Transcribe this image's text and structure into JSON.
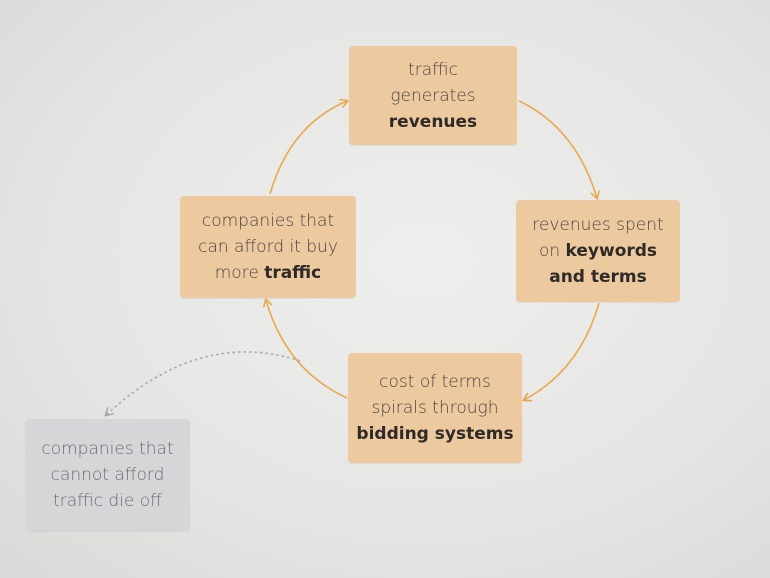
{
  "nodes": {
    "traffic": {
      "line1": "traffic",
      "line2": "generates",
      "line3_bold": "revenues"
    },
    "revenues": {
      "line1": "revenues spent",
      "line2_plain": "on ",
      "line2_bold": "keywords",
      "line3_bold": "and terms"
    },
    "cost": {
      "line1": "cost of terms",
      "line2": "spirals through",
      "line3_bold": "bidding systems"
    },
    "companies": {
      "line1": "companies that",
      "line2": "can afford it buy",
      "line3_plain": "more ",
      "line3_bold": "traffic"
    },
    "dieoff": {
      "line1": "companies that",
      "line2": "cannot afford",
      "line3": "traffic die off"
    }
  },
  "colors": {
    "node_fill": "#edc9a0",
    "gray_node_fill": "#d5d6d8",
    "arrow": "#e8a94e",
    "dotted_arrow": "#a9a9a9",
    "background": "#e8e8e6"
  }
}
